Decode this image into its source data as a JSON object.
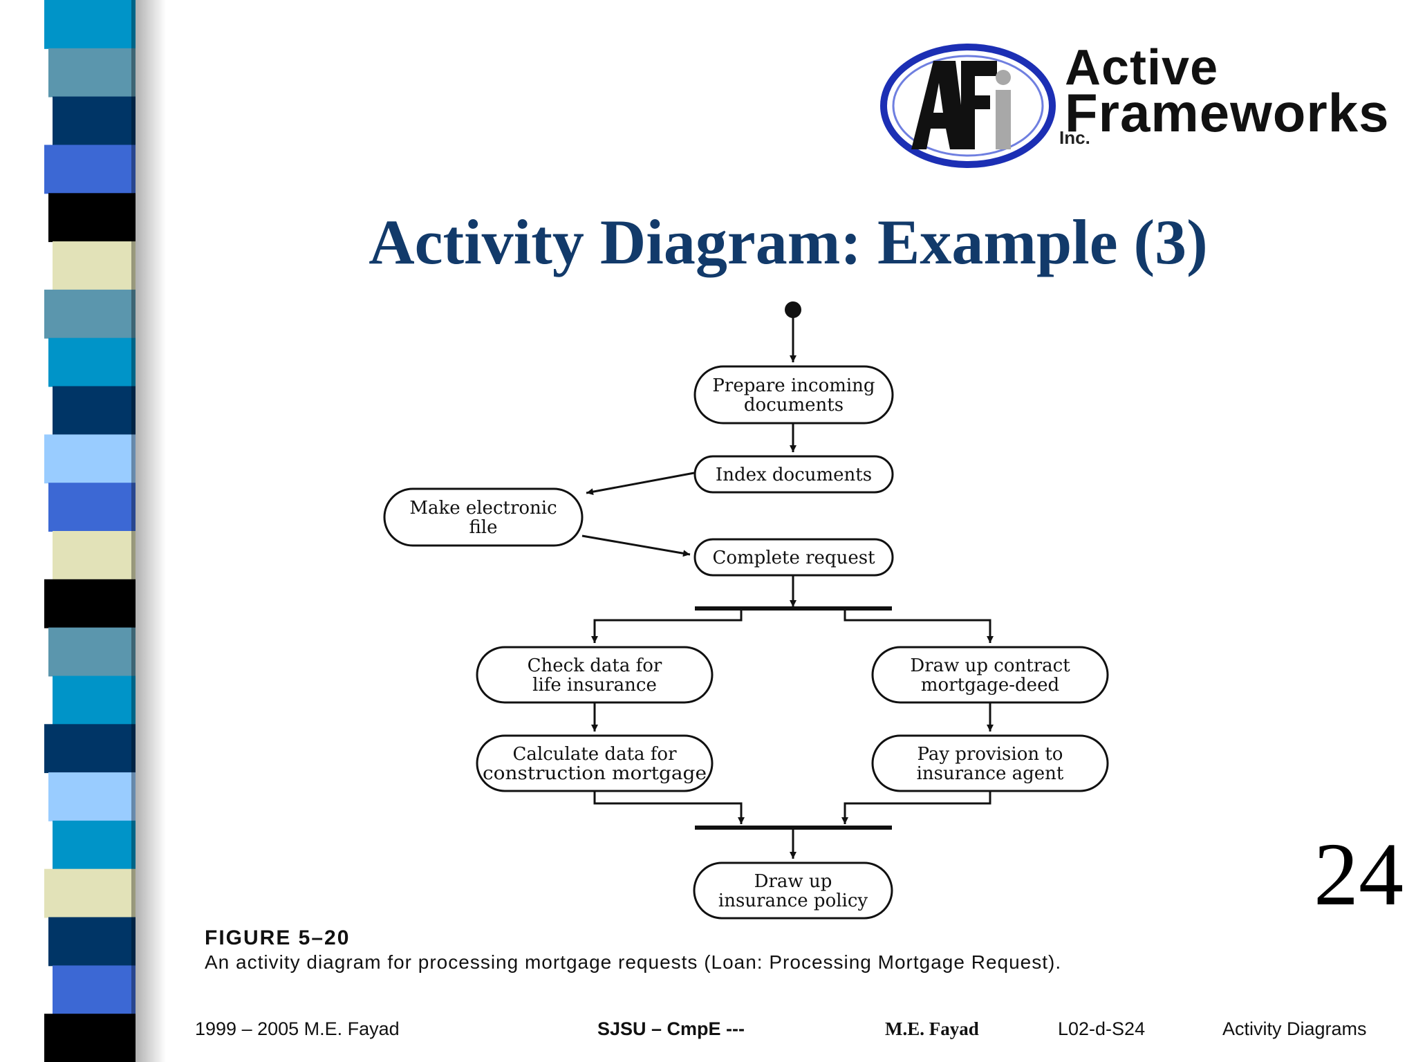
{
  "slide": {
    "title": "Activity Diagram: Example (3)",
    "page_number": "24"
  },
  "logo": {
    "mark": "AFI",
    "line1": "Active",
    "line2": "Frameworks",
    "line3": "Inc.",
    "colors": {
      "ring": "#1c2fb4",
      "mark": "#111111",
      "mark_light": "#a8a8a8"
    }
  },
  "diagram": {
    "nodes": {
      "prepare": [
        "Prepare incoming",
        "documents"
      ],
      "index": [
        "Index documents"
      ],
      "make_file": [
        "Make electronic",
        "file"
      ],
      "complete": [
        "Complete request"
      ],
      "check_data": [
        "Check data for",
        "life insurance"
      ],
      "draw_contract": [
        "Draw up contract",
        "mortgage-deed"
      ],
      "calculate": [
        "Calculate data for",
        "construction mortgage"
      ],
      "pay_provision": [
        "Pay provision to",
        "insurance agent"
      ],
      "draw_policy": [
        "Draw up",
        "insurance policy"
      ]
    }
  },
  "figure": {
    "label": "FIGURE 5–20",
    "caption": "An activity diagram for processing mortgage requests (Loan: Processing Mortgage Request)."
  },
  "footer": {
    "copyright": "1999 – 2005 M.E. Fayad",
    "center": "SJSU – CmpE ---",
    "author": "M.E. Fayad",
    "slide_id": "L02-d-S24",
    "topic": "Activity Diagrams"
  },
  "colors": {
    "title": "#123a6a",
    "side_bar": [
      "#0094c8",
      "#5b96ad",
      "#003566",
      "#3c68d4",
      "#000000",
      "#e2e2b8",
      "#5b96ad",
      "#0094c8",
      "#003566",
      "#99ccff",
      "#3c68d4",
      "#e2e2b8",
      "#000000",
      "#5b96ad",
      "#0094c8",
      "#003566",
      "#99ccff",
      "#0094c8",
      "#e2e2b8",
      "#003566",
      "#3c68d4",
      "#000000"
    ]
  }
}
